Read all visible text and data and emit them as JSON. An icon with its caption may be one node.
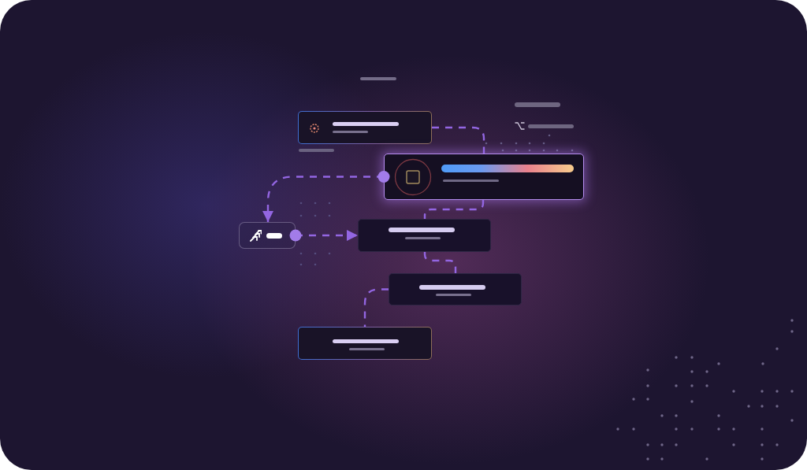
{
  "diagram": {
    "nodes": [
      {
        "text": [],
        "shape": "box"
      },
      {
        "text": [],
        "shape": "box"
      },
      {
        "text": [],
        "shape": "box"
      },
      {
        "text": [],
        "shape": "box"
      },
      {
        "text": [],
        "shape": "box"
      },
      {
        "text": [],
        "shape": "box"
      }
    ],
    "edges": [
      {
        "from": 0,
        "to": 1,
        "arrow": "none",
        "style": "dashed"
      },
      {
        "from": 1,
        "to": 2,
        "arrow": "to",
        "style": "dashed"
      },
      {
        "from": 2,
        "to": 3,
        "arrow": "to",
        "style": "dashed"
      },
      {
        "from": 1,
        "to": 3,
        "arrow": "none",
        "style": "dashed"
      },
      {
        "from": 3,
        "to": 4,
        "arrow": "none",
        "style": "dashed"
      },
      {
        "from": 4,
        "to": 5,
        "arrow": "none",
        "style": "dashed"
      }
    ]
  }
}
